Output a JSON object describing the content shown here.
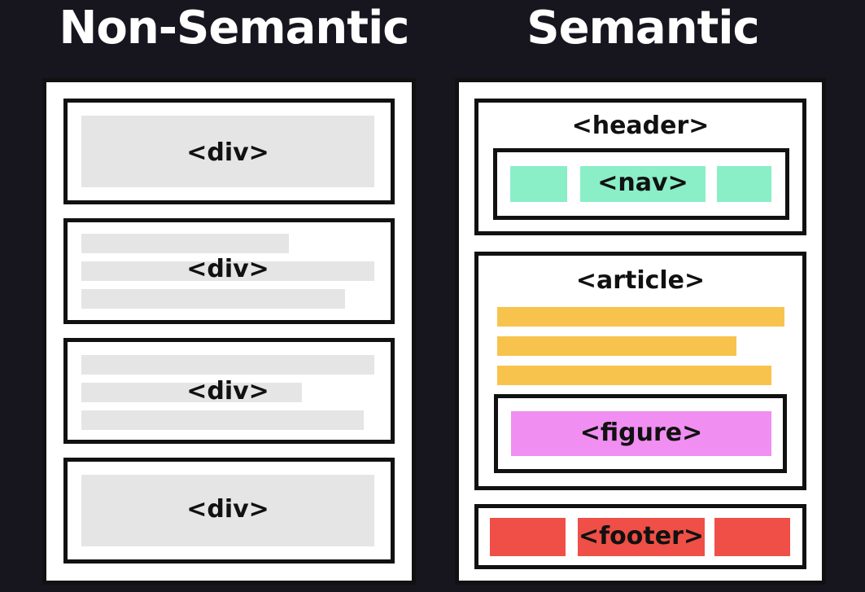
{
  "left": {
    "title": "Non-Semantic",
    "blocks": [
      "<div>",
      "<div>",
      "<div>",
      "<div>"
    ]
  },
  "right": {
    "title": "Semantic",
    "header": "<header>",
    "nav": "<nav>",
    "article": "<article>",
    "figure": "<figure>",
    "footer": "<footer>"
  },
  "colors": {
    "background": "#17161f",
    "placeholder": "#e5e5e5",
    "nav": "#8aeec7",
    "article_lines": "#f8c34c",
    "figure": "#f08ef2",
    "footer": "#ef4f46"
  }
}
